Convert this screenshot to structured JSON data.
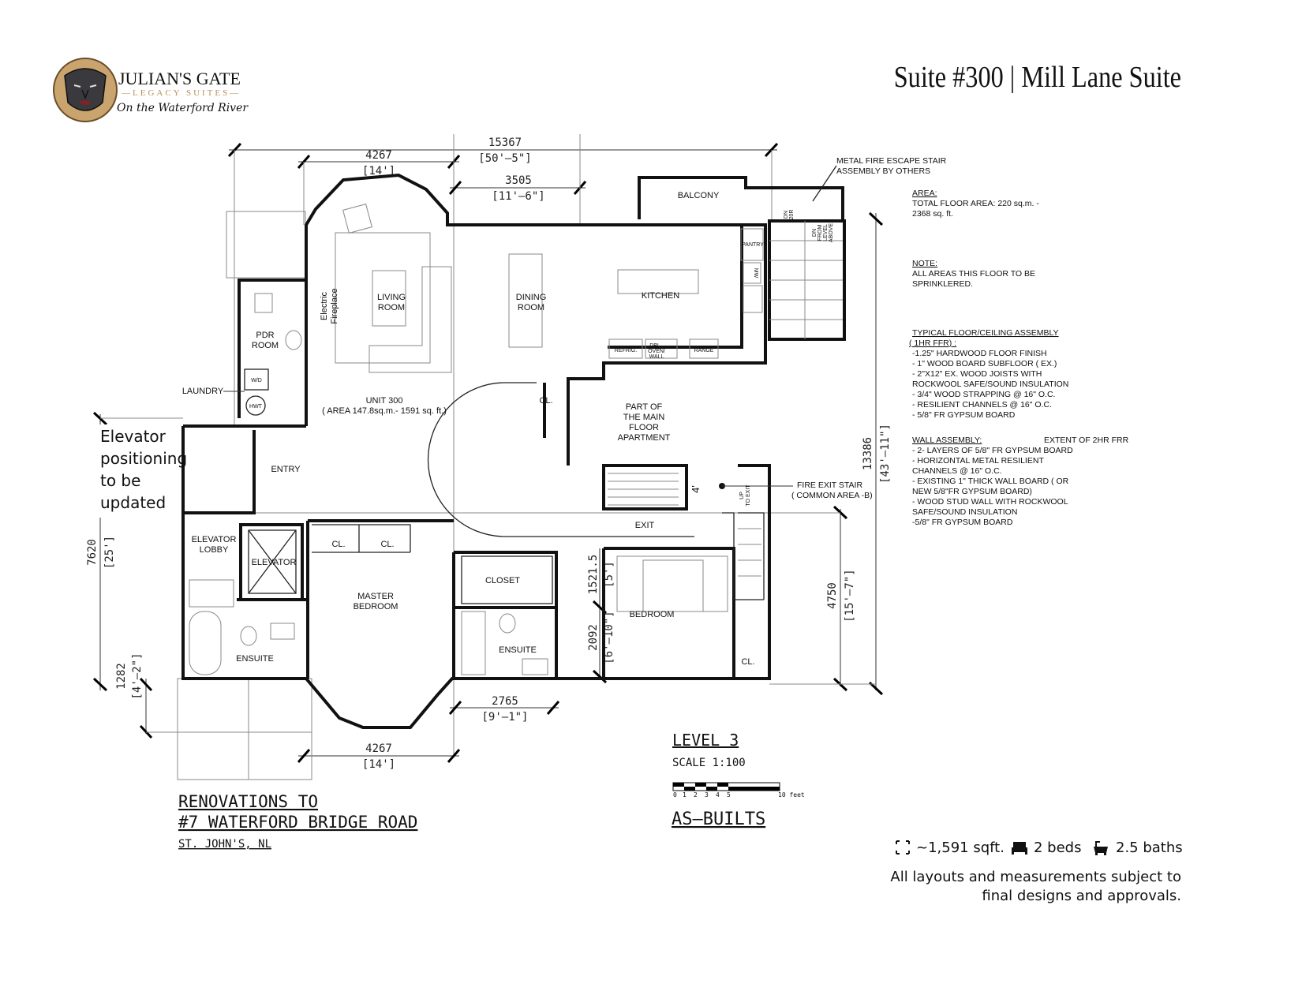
{
  "logo": {
    "line1": "JULIAN'S GATE",
    "line2": "—LEGACY SUITES—",
    "line3": "On the Waterford River"
  },
  "header": {
    "title": "Suite #300 | Mill Lane Suite"
  },
  "dimensions": {
    "overall_width": "15367",
    "overall_width_imp": "[50'–5\"]",
    "top_bay": "4267",
    "top_bay_imp": "[14']",
    "dining": "3505",
    "dining_imp": "[11'–6\"]",
    "overall_depth": "13386",
    "overall_depth_imp": "[43'–11\"]",
    "right_lower": "4750",
    "right_lower_imp": "[15'–7\"]",
    "left": "7620",
    "left_imp": "[25']",
    "left_small": "1282",
    "left_small_imp": "[4'–2\"]",
    "closet": "1521.5",
    "closet_imp": "[5']",
    "ensuite": "2092",
    "ensuite_imp": "[6'–10\"]",
    "bottom_ensuite": "2765",
    "bottom_ensuite_imp": "[9'–1\"]",
    "bottom_bay": "4267",
    "bottom_bay_imp": "[14']",
    "stair_width": "4'"
  },
  "rooms": {
    "living": [
      "LIVING",
      "ROOM"
    ],
    "dining": [
      "DINING",
      "ROOM"
    ],
    "kitchen": "KITCHEN",
    "balcony": "BALCONY",
    "pantry": "PANTRY",
    "mw": "MW",
    "refrig": "REFRIG.",
    "oven": [
      "DBL",
      "OVEN/",
      "WALL"
    ],
    "range": "RANGE",
    "fireplace": [
      "Electric",
      "Fireplace"
    ],
    "pdr": [
      "PDR",
      "ROOM"
    ],
    "laundry": "LAUNDRY",
    "wd": "W/D",
    "hwt": "HWT",
    "unit": [
      "UNIT 300",
      "( AREA 147.8sq.m.- 1591 sq. ft.)"
    ],
    "main_apartment": [
      "PART OF",
      "THE MAIN",
      "FLOOR",
      "APARTMENT"
    ],
    "entry": "ENTRY",
    "elevator_lobby": [
      "ELEVATOR",
      "LOBBY"
    ],
    "elevator": "ELEVATOR",
    "closet_short": "CL.",
    "master": [
      "MASTER",
      "BEDROOM"
    ],
    "closet": "CLOSET",
    "ensuite": "ENSUITE",
    "bedroom": "BEDROOM",
    "exit": "EXIT",
    "dn_20r": [
      "DN",
      "20R"
    ],
    "dn_from_above": [
      "DN",
      "FROM",
      "LEVEL",
      "ABOVE"
    ],
    "up_to_exit": [
      "UP",
      "TO EXIT"
    ]
  },
  "callouts": {
    "fire_escape": [
      "METAL FIRE ESCAPE STAIR",
      "ASSEMBLY BY OTHERS"
    ],
    "fire_exit": [
      "FIRE EXIT STAIR",
      "( COMMON AREA -B)"
    ]
  },
  "notes": {
    "area_head": "AREA:",
    "area": [
      "TOTAL FLOOR AREA:   220 sq.m. -",
      "2368 sq. ft."
    ],
    "note_head": "NOTE:",
    "note": [
      "ALL AREAS THIS FLOOR TO BE",
      "SPRINKLERED."
    ],
    "floor_head": [
      "TYPICAL FLOOR/CEILING ASSEMBLY",
      " ( 1HR FFR)   :"
    ],
    "floor": [
      "-1.25\" HARDWOOD FLOOR FINISH",
      "- 1\" WOOD BOARD SUBFLOOR   ( EX.)",
      "- 2\"X12\" EX. WOOD JOISTS WITH",
      "ROCKWOOL SAFE/SOUND INSULATION",
      "- 3/4\" WOOD STRAPPING @ 16\" O.C.",
      "- RESILIENT CHANNELS @ 16\" O.C.",
      "- 5/8\" FR GYPSUM BOARD"
    ],
    "wall_head": "WALL ASSEMBLY:",
    "wall_extent": "EXTENT OF 2HR FRR",
    "wall": [
      "- 2- LAYERS OF 5/8\" FR GYPSUM BOARD",
      "- HORIZONTAL METAL RESILIENT",
      "CHANNELS @ 16\" O.C.",
      "- EXISTING 1\" THICK WALL BOARD   ( OR",
      "NEW 5/8\"FR GYPSUM BOARD)",
      "- WOOD STUD WALL WITH ROCKWOOL",
      "SAFE/SOUND INSULATION",
      "-5/8\" FR GYPSUM BOARD"
    ]
  },
  "elevator_note": [
    "Elevator",
    "positioning",
    "to be",
    "updated"
  ],
  "title_block": {
    "level": "LEVEL 3",
    "scale": "SCALE 1:100",
    "scale_ticks": [
      "0",
      "1",
      "2",
      "3",
      "4",
      "5",
      "10 feet"
    ],
    "as_builts": "AS—BUILTS",
    "project": [
      "RENOVATIONS TO",
      "#7 WATERFORD BRIDGE ROAD",
      "ST. JOHN'S, NL"
    ]
  },
  "stats": {
    "area": "~1,591 sqft.",
    "beds": "2 beds",
    "baths": "2.5 baths",
    "icons": [
      "expand-icon",
      "bed-icon",
      "bathtub-icon"
    ]
  },
  "disclaimer": [
    "All layouts and measurements subject to",
    "final designs and approvals."
  ],
  "colors": {
    "gold": "#b8915a",
    "ink": "#111111",
    "lion": "#3a3a3e"
  }
}
